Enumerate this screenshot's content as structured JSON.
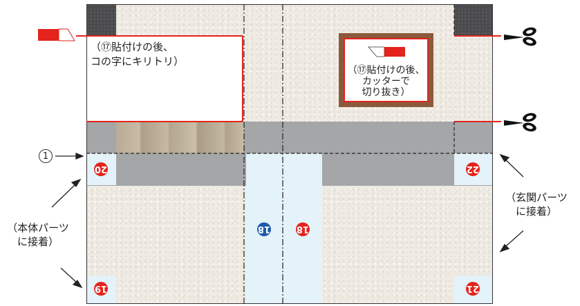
{
  "notes": {
    "cut_u_shape": "（⑰貼付けの後、\nコの字にキリトリ）",
    "cut_out_window": "（⑰貼付けの後、\nカッターで\n切り抜き）"
  },
  "labels": {
    "left_attach": "（本体パーツ\nに接着）",
    "right_attach": "（玄関パーツ\nに接着）",
    "step_marker": "1"
  },
  "badges": {
    "b20": "20",
    "b22": "22",
    "b18_left": "18",
    "b18_right": "18",
    "b19": "19",
    "b21": "21"
  },
  "icons": {
    "left_marker": "red-white-tab-marker",
    "window_marker": "red-white-tab-marker",
    "scissors_top": "scissors-icon",
    "scissors_bottom": "scissors-icon",
    "arrows": "arrow-icon"
  },
  "colors": {
    "cut_line": "#e3231c",
    "badge_red": "#e3231c",
    "badge_blue": "#1c5ba8",
    "gray_band": "#a5a6a8",
    "frame_brown": "#8b5a3c"
  }
}
